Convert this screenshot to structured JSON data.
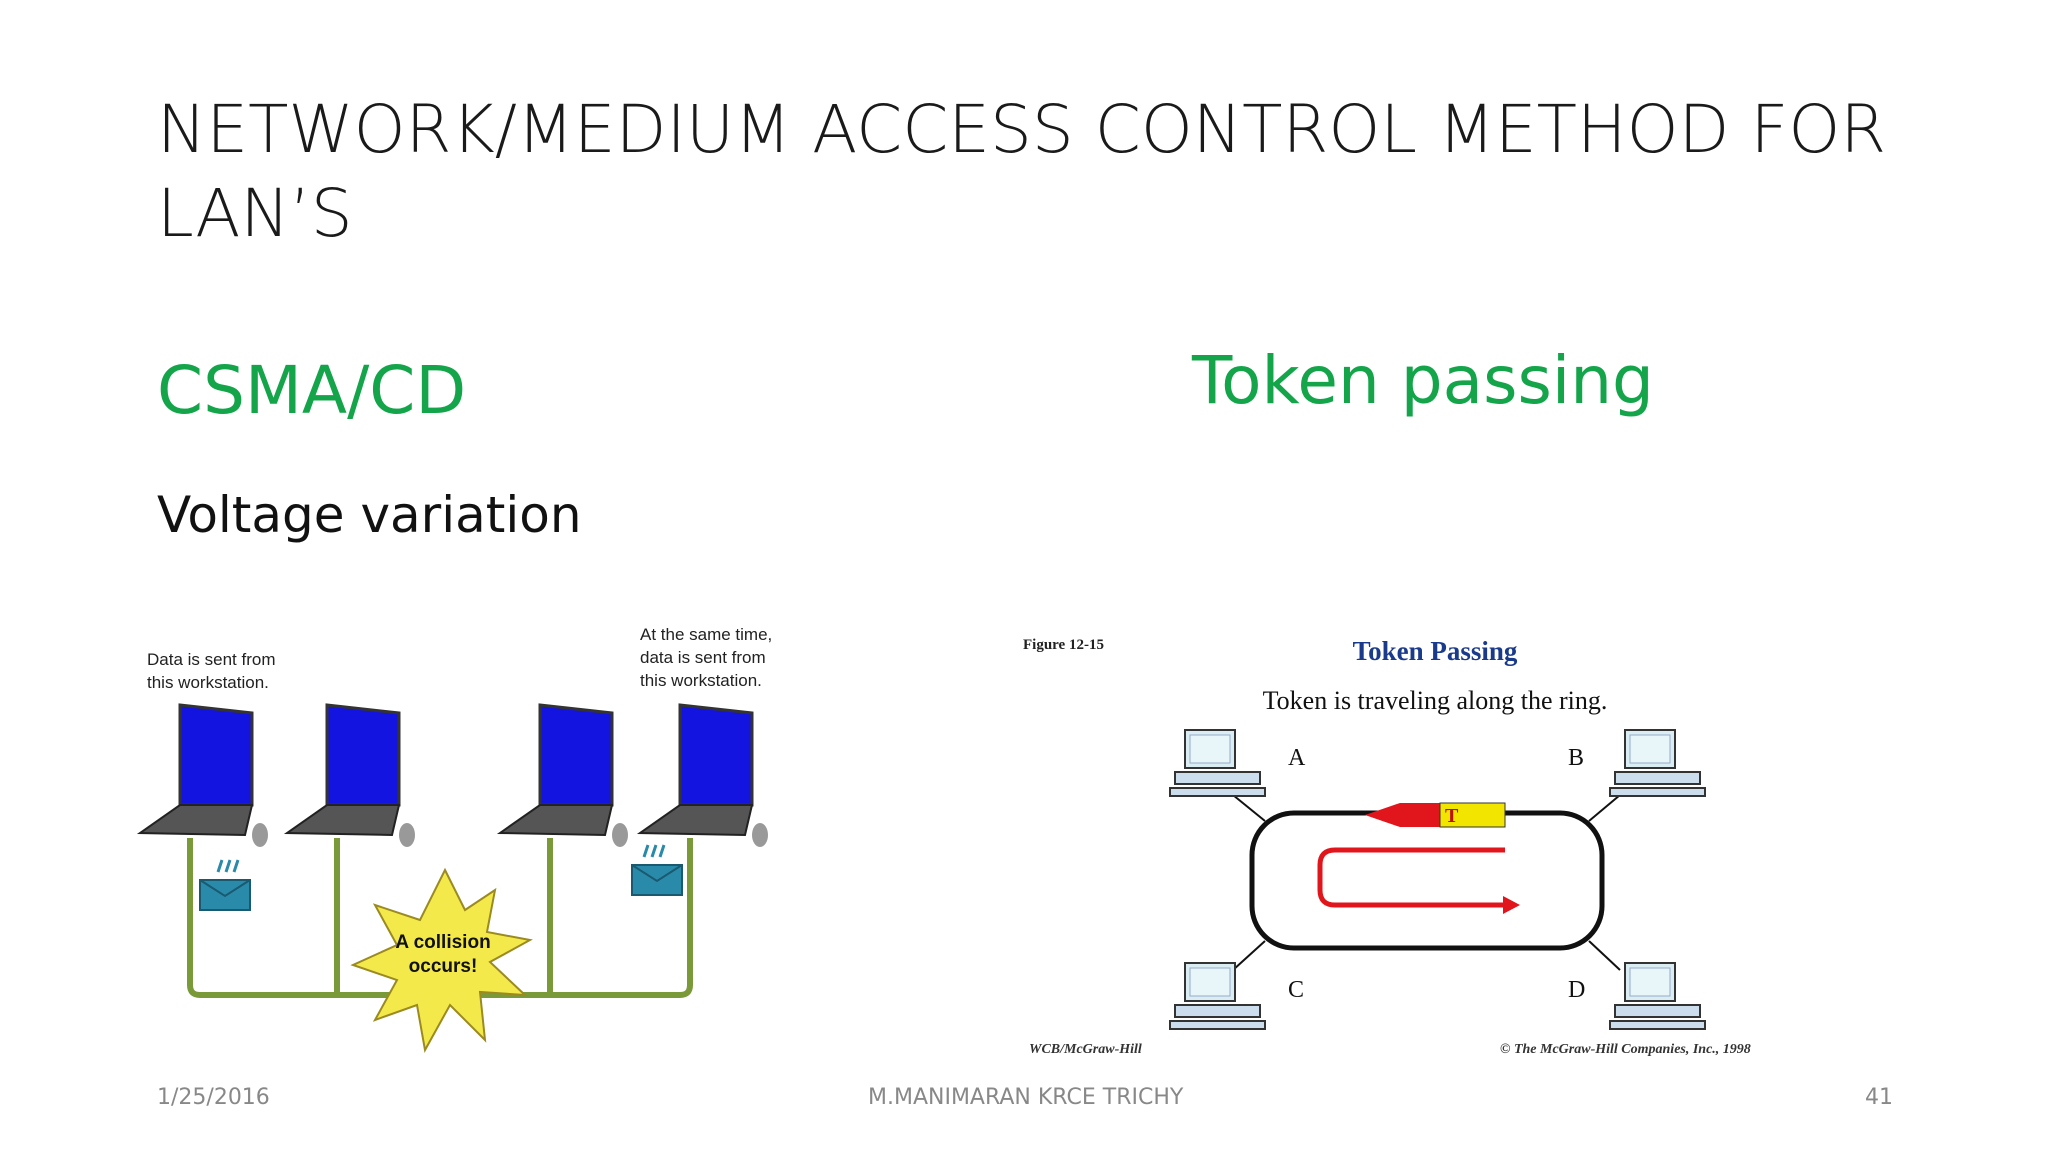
{
  "slide": {
    "title": "NETWORK/MEDIUM ACCESS CONTROL METHOD FOR LAN’S",
    "left_heading": "CSMA/CD",
    "right_heading": "Token passing",
    "left_subheading": "Voltage variation"
  },
  "csma_figure": {
    "label_left_line1": "Data is sent from",
    "label_left_line2": "this workstation.",
    "label_right_line1": "At the same time,",
    "label_right_line2": "data is sent from",
    "label_right_line3": "this workstation.",
    "collision_line1": "A collision",
    "collision_line2": "occurs!"
  },
  "token_figure": {
    "figure_number": "Figure 12-15",
    "heading": "Token Passing",
    "caption": "Token is traveling along the ring.",
    "node_a": "A",
    "node_b": "B",
    "node_c": "C",
    "node_d": "D",
    "token_letter": "T",
    "credit_left": "WCB/McGraw-Hill",
    "credit_right": "© The McGraw-Hill Companies, Inc., 1998"
  },
  "footer": {
    "date": "1/25/2016",
    "author": "M.MANIMARAN KRCE TRICHY",
    "page": "41"
  },
  "colors": {
    "heading_green": "#14a54a",
    "link_green": "#7a9a3a",
    "laptop_screen": "#1414e0",
    "token_blue": "#1a3a8c",
    "token_yellow": "#f2e600",
    "ring_red": "#e0161c"
  }
}
